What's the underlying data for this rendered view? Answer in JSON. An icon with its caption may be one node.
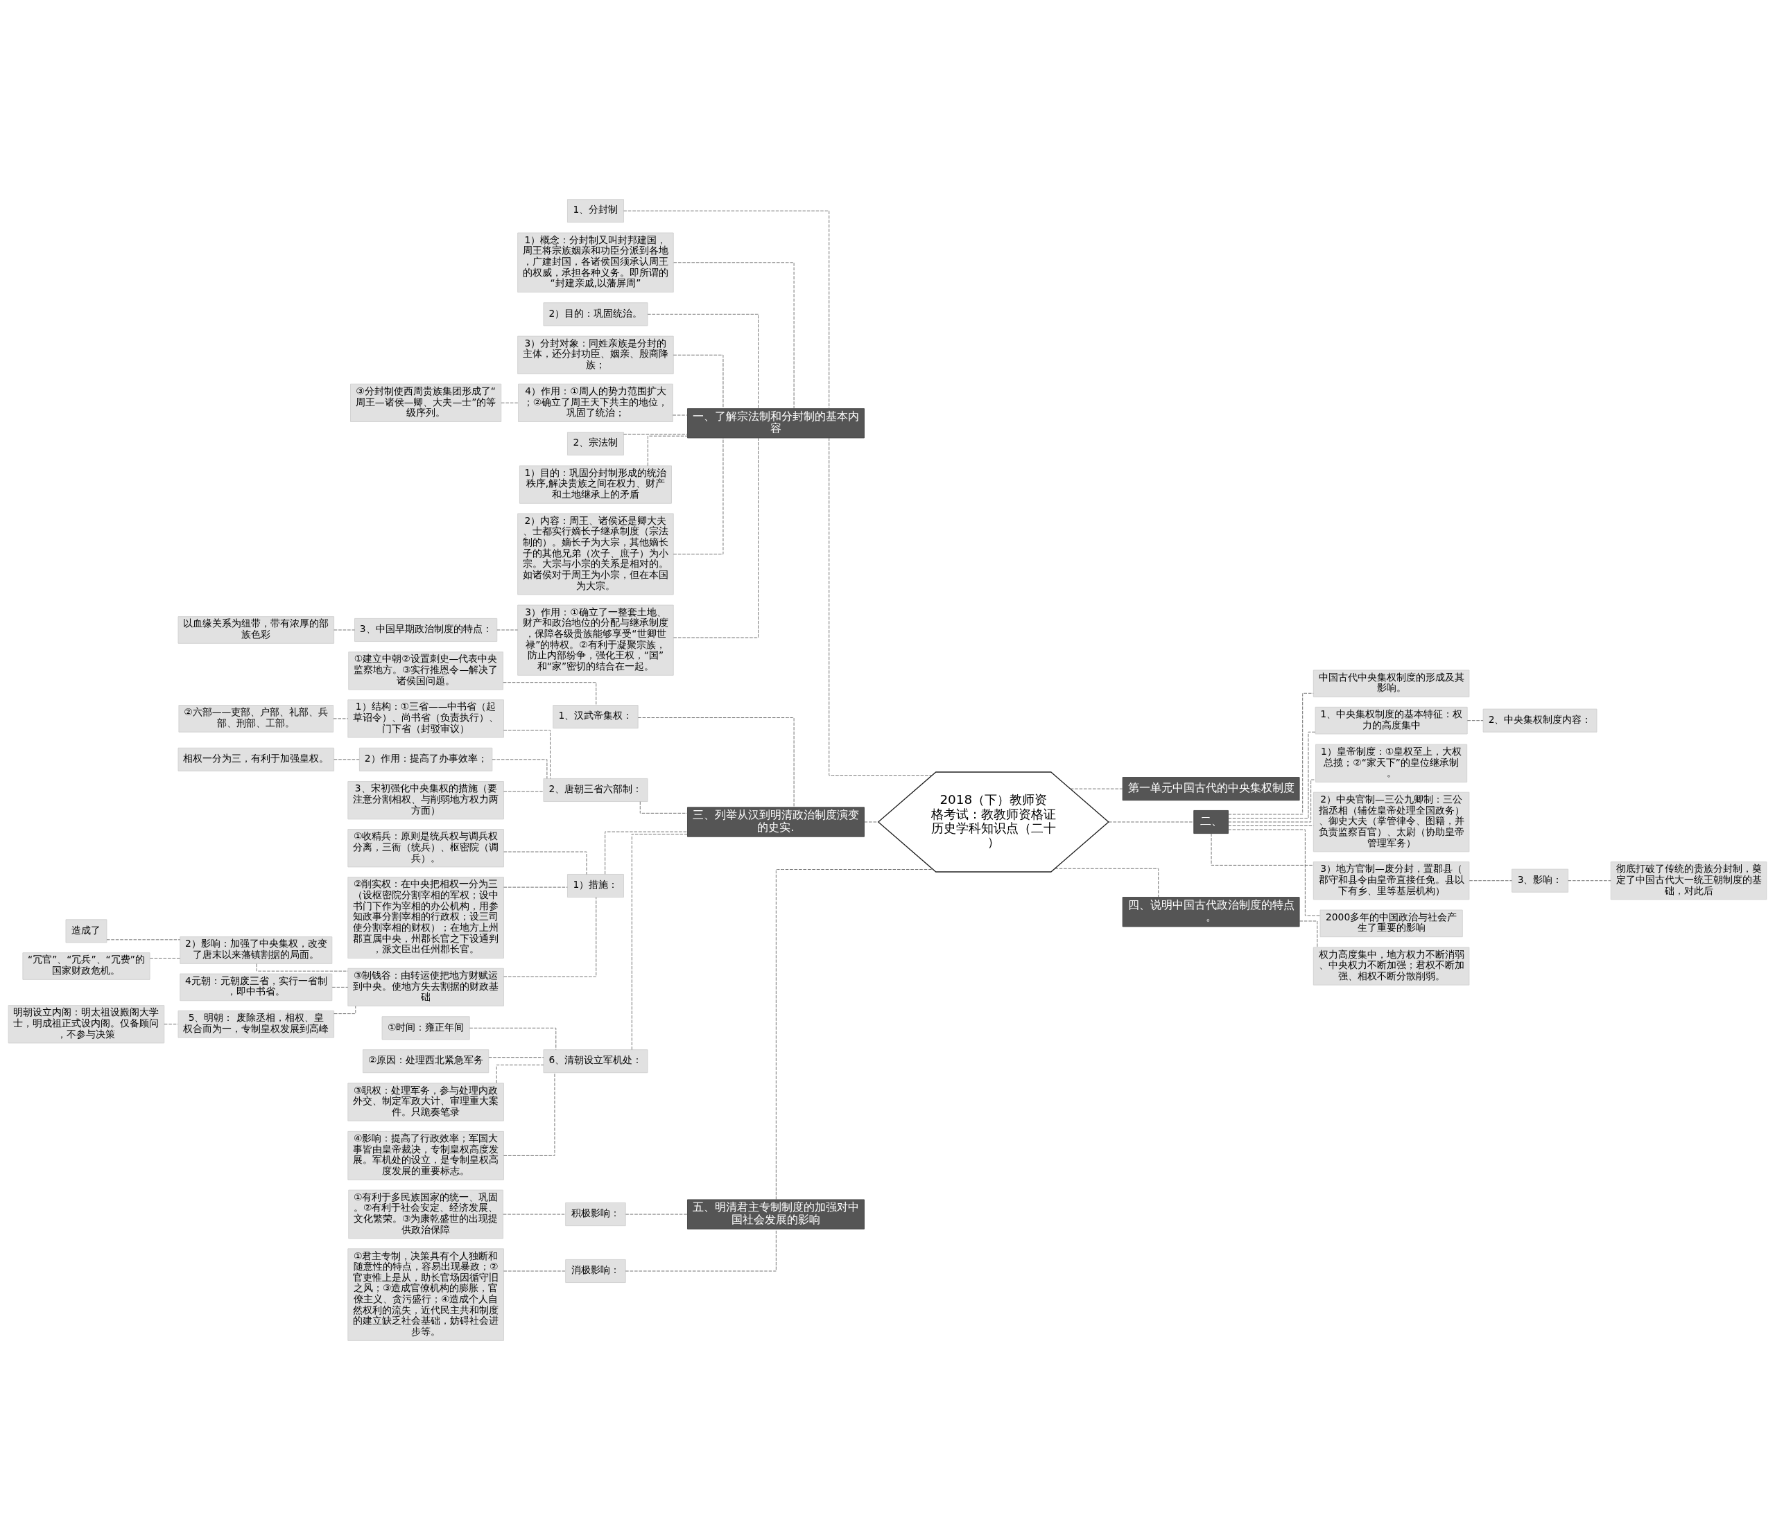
{
  "diagram": {
    "nodes": [
      {
        "text": [
          "2018（下）教师资格考试：教教师资格证历史学科知识点（二十）"
        ]
      },
      {
        "text": [
          "一、了解宗法制和分封制的基本内容"
        ]
      },
      {
        "text": [
          "1、分封制"
        ]
      },
      {
        "text": [
          "1）概念：分封制又叫封邦建国，周王将宗族姻亲和功臣分派到各地，广建封国，各诸侯国须承认周王的权威，承担各种义务。即所谓的“封建亲戚,以藩屏周”"
        ]
      },
      {
        "text": [
          "2）目的：巩固统治。"
        ]
      },
      {
        "text": [
          "3）分封对象：同姓亲族是分封的主体，还分封功臣、姻亲、殷商降族；"
        ]
      },
      {
        "text": [
          "4）作用：①周人的势力范围扩大；②确立了周王天下共主的地位，巩固了统治；"
        ]
      },
      {
        "text": [
          "③分封制使西周贵族集团形成了“周王—诸侯—卿、大夫—士”的等级序列。"
        ]
      },
      {
        "text": [
          "2、宗法制"
        ]
      },
      {
        "text": [
          "1）目的：巩固分封制形成的统治秩序,解决贵族之间在权力、财产和土地继承上的矛盾"
        ]
      },
      {
        "text": [
          "2）内容：周王、诸侯还是卿大夫、士都实行嫡长子继承制度（宗法制的）。嫡长子为大宗，其他嫡长子的其他兄弟（次子、庶子）为小宗。大宗与小宗的关系是相对的。如诸侯对于周王为小宗，但在本国为大宗。"
        ]
      },
      {
        "text": [
          "3）作用：①确立了一整套土地、财产和政治地位的分配与继承制度，保障各级贵族能够享受“世卿世禄”的特权。②有利于凝聚宗族，防止内部纷争，强化王权，“国”和“家”密切的结合在一起。"
        ]
      },
      {
        "text": [
          "3、中国早期政治制度的特点："
        ]
      },
      {
        "text": [
          "以血缘关系为纽带，带有浓厚的部族色彩"
        ]
      },
      {
        "text": [
          "三、列举从汉到明清政治制度演变的史实."
        ]
      },
      {
        "text": [
          "1、汉武帝集权："
        ]
      },
      {
        "text": [
          "①建立中朝②设置刺史—代表中央监察地方。③实行推恩令—解决了诸侯国问题。"
        ]
      },
      {
        "text": [
          "2、唐朝三省六部制："
        ]
      },
      {
        "text": [
          "1）结构：①三省——中书省（起草诏令）、尚书省（负责执行）、门下省（封驳审议）"
        ]
      },
      {
        "text": [
          "②六部——吏部、户部、礼部、兵部、刑部、工部。"
        ]
      },
      {
        "text": [
          "2）作用：提高了办事效率；"
        ]
      },
      {
        "text": [
          "相权一分为三，有利于加强皇权。"
        ]
      },
      {
        "text": [
          "3、宋初强化中央集权的措施（要注意分割相权、与削弱地方权力两方面）"
        ]
      },
      {
        "text": [
          "1）措施："
        ]
      },
      {
        "text": [
          "①收精兵：原则是统兵权与调兵权分离，三衙（统兵）、枢密院（调兵）。"
        ]
      },
      {
        "text": [
          "②削实权：在中央把相权一分为三（设枢密院分割宰相的军权；设中书门下作为宰相的办公机构，用参知政事分割宰相的行政权；设三司使分割宰相的财权）；在地方上州郡直属中央，州郡长官之下设通判，派文臣出任州郡长官。"
        ]
      },
      {
        "text": [
          "③制钱谷：由转运使把地方财赋运到中央。使地方失去割据的财政基础"
        ]
      },
      {
        "text": [
          "2）影响：加强了中央集权，改变了唐末以来藩镇割据的局面。"
        ]
      },
      {
        "text": [
          "造成了"
        ]
      },
      {
        "text": [
          "“冗官”、“冗兵”、“冗费”的国家财政危机。"
        ]
      },
      {
        "text": [
          "4元朝：元朝废三省，实行一省制，即中书省。"
        ]
      },
      {
        "text": [
          "5、明朝： 废除丞相，相权、皇权合而为一，专制皇权发展到高峰"
        ]
      },
      {
        "text": [
          "明朝设立内阁：明太祖设殿阁大学士，明成祖正式设内阁。仅备顾问，不参与决策"
        ]
      },
      {
        "text": [
          "6、清朝设立军机处："
        ]
      },
      {
        "text": [
          "①时间：雍正年间"
        ]
      },
      {
        "text": [
          "②原因：处理西北紧急军务"
        ]
      },
      {
        "text": [
          "③职权：处理军务，参与处理内政外交、制定军政大计、审理重大案件。只跪奏笔录"
        ]
      },
      {
        "text": [
          "④影响：提高了行政效率；军国大事皆由皇帝裁决，专制皇权高度发展。军机处的设立，是专制皇权高度发展的重要标志。"
        ]
      },
      {
        "text": [
          "五、明清君主专制制度的加强对中国社会发展的影响"
        ]
      },
      {
        "text": [
          "积极影响："
        ]
      },
      {
        "text": [
          "①有利于多民族国家的统一、巩固。②有利于社会安定、经济发展、文化繁荣。③为康乾盛世的出现提供政治保障"
        ]
      },
      {
        "text": [
          "消极影响："
        ]
      },
      {
        "text": [
          "①君主专制，决策具有个人独断和随意性的特点，容易出现暴政；②官吏惟上是从，助长官场因循守旧之风；③造成官僚机构的膨胀，官僚主义、贪污盛行；④造成个人自然权利的流失，近代民主共和制度的建立缺乏社会基础，妨碍社会进步等。"
        ]
      },
      {
        "text": [
          "第一单元中国古代的中央集权制度"
        ]
      },
      {
        "text": [
          "二、"
        ]
      },
      {
        "text": [
          "中国古代中央集权制度的形成及其影响。"
        ]
      },
      {
        "text": [
          "1、中央集权制度的基本特征：权力的高度集中"
        ]
      },
      {
        "text": [
          "2、中央集权制度内容："
        ]
      },
      {
        "text": [
          "1）皇帝制度：①皇权至上，大权总揽；②“家天下”的皇位继承制。"
        ]
      },
      {
        "text": [
          "2）中央官制—三公九卿制：三公指丞相（辅佐皇帝处理全国政务）、御史大夫（掌管律令、图籍，并负责监察百官）、太尉（协助皇帝管理军务）"
        ]
      },
      {
        "text": [
          "3）地方官制—废分封，置郡县（郡守和县令由皇帝直接任免。县以下有乡、里等基层机构）"
        ]
      },
      {
        "text": [
          "3、影响："
        ]
      },
      {
        "text": [
          "彻底打破了传统的贵族分封制，奠定了中国古代大一统王朝制度的基础，对此后"
        ]
      },
      {
        "text": [
          "2000多年的中国政治与社会产生了重要的影响"
        ]
      },
      {
        "text": [
          "四、说明中国古代政治制度的特点。"
        ]
      },
      {
        "text": [
          "权力高度集中，地方权力不断消弱、中央权力不断加强；君权不断加强、相权不断分散削弱。"
        ]
      }
    ],
    "edges": [
      {
        "from": 0,
        "to": 1,
        "arrow": "none"
      },
      {
        "from": 1,
        "to": 2,
        "arrow": "none"
      },
      {
        "from": 1,
        "to": 3,
        "arrow": "none"
      },
      {
        "from": 1,
        "to": 4,
        "arrow": "none"
      },
      {
        "from": 1,
        "to": 5,
        "arrow": "none"
      },
      {
        "from": 1,
        "to": 6,
        "arrow": "none"
      },
      {
        "from": 6,
        "to": 7,
        "arrow": "none"
      },
      {
        "from": 1,
        "to": 8,
        "arrow": "none"
      },
      {
        "from": 1,
        "to": 9,
        "arrow": "none"
      },
      {
        "from": 1,
        "to": 10,
        "arrow": "none"
      },
      {
        "from": 1,
        "to": 11,
        "arrow": "none"
      },
      {
        "from": 11,
        "to": 12,
        "arrow": "none"
      },
      {
        "from": 12,
        "to": 13,
        "arrow": "none"
      },
      {
        "from": 0,
        "to": 14,
        "arrow": "none"
      },
      {
        "from": 14,
        "to": 15,
        "arrow": "none"
      },
      {
        "from": 15,
        "to": 16,
        "arrow": "none"
      },
      {
        "from": 14,
        "to": 17,
        "arrow": "none"
      },
      {
        "from": 17,
        "to": 18,
        "arrow": "none"
      },
      {
        "from": 18,
        "to": 19,
        "arrow": "none"
      },
      {
        "from": 17,
        "to": 20,
        "arrow": "none"
      },
      {
        "from": 20,
        "to": 21,
        "arrow": "none"
      },
      {
        "from": 17,
        "to": 22,
        "arrow": "none"
      },
      {
        "from": 14,
        "to": 23,
        "arrow": "none"
      },
      {
        "from": 23,
        "to": 24,
        "arrow": "none"
      },
      {
        "from": 23,
        "to": 25,
        "arrow": "none"
      },
      {
        "from": 23,
        "to": 26,
        "arrow": "none"
      },
      {
        "from": 26,
        "to": 27,
        "arrow": "none"
      },
      {
        "from": 27,
        "to": 28,
        "arrow": "none"
      },
      {
        "from": 27,
        "to": 29,
        "arrow": "none"
      },
      {
        "from": 26,
        "to": 30,
        "arrow": "none"
      },
      {
        "from": 26,
        "to": 31,
        "arrow": "none"
      },
      {
        "from": 31,
        "to": 32,
        "arrow": "none"
      },
      {
        "from": 14,
        "to": 33,
        "arrow": "none"
      },
      {
        "from": 33,
        "to": 34,
        "arrow": "none"
      },
      {
        "from": 33,
        "to": 35,
        "arrow": "none"
      },
      {
        "from": 33,
        "to": 36,
        "arrow": "none"
      },
      {
        "from": 33,
        "to": 37,
        "arrow": "none"
      },
      {
        "from": 0,
        "to": 38,
        "arrow": "none"
      },
      {
        "from": 38,
        "to": 39,
        "arrow": "none"
      },
      {
        "from": 39,
        "to": 40,
        "arrow": "none"
      },
      {
        "from": 38,
        "to": 41,
        "arrow": "none"
      },
      {
        "from": 41,
        "to": 42,
        "arrow": "none"
      },
      {
        "from": 0,
        "to": 43,
        "arrow": "none"
      },
      {
        "from": 0,
        "to": 44,
        "arrow": "none"
      },
      {
        "from": 44,
        "to": 45,
        "arrow": "none"
      },
      {
        "from": 44,
        "to": 46,
        "arrow": "none"
      },
      {
        "from": 46,
        "to": 47,
        "arrow": "none"
      },
      {
        "from": 44,
        "to": 48,
        "arrow": "none"
      },
      {
        "from": 44,
        "to": 49,
        "arrow": "none"
      },
      {
        "from": 44,
        "to": 50,
        "arrow": "none"
      },
      {
        "from": 50,
        "to": 51,
        "arrow": "none"
      },
      {
        "from": 51,
        "to": 52,
        "arrow": "none"
      },
      {
        "from": 44,
        "to": 53,
        "arrow": "none"
      },
      {
        "from": 0,
        "to": 54,
        "arrow": "none"
      },
      {
        "from": 54,
        "to": 55,
        "arrow": "none"
      }
    ]
  }
}
